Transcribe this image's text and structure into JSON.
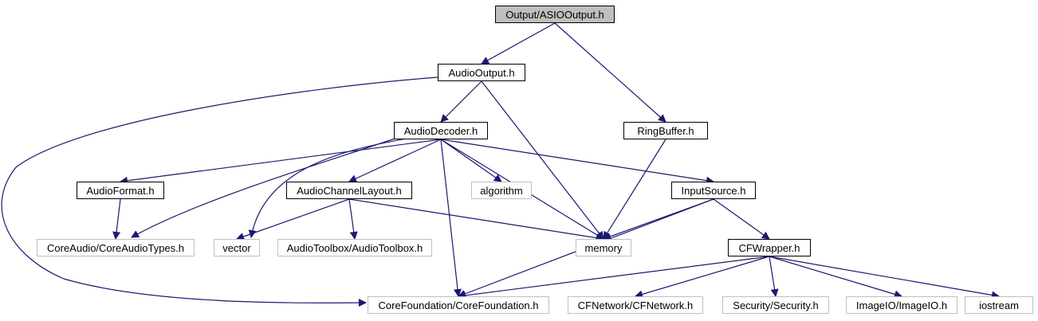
{
  "graph": {
    "nodes": [
      {
        "id": "asiooutput",
        "label": "Output/ASIOOutput.h",
        "kind": "focus"
      },
      {
        "id": "audiooutput",
        "label": "AudioOutput.h",
        "kind": "doc"
      },
      {
        "id": "ringbuffer",
        "label": "RingBuffer.h",
        "kind": "doc"
      },
      {
        "id": "audiodecoder",
        "label": "AudioDecoder.h",
        "kind": "doc"
      },
      {
        "id": "audioformat",
        "label": "AudioFormat.h",
        "kind": "doc"
      },
      {
        "id": "audiochannellayout",
        "label": "AudioChannelLayout.h",
        "kind": "doc"
      },
      {
        "id": "algorithm",
        "label": "algorithm",
        "kind": "ext"
      },
      {
        "id": "inputsource",
        "label": "InputSource.h",
        "kind": "doc"
      },
      {
        "id": "coreaudiotypes",
        "label": "CoreAudio/CoreAudioTypes.h",
        "kind": "ext"
      },
      {
        "id": "vector",
        "label": "vector",
        "kind": "ext"
      },
      {
        "id": "audiotoolbox",
        "label": "AudioToolbox/AudioToolbox.h",
        "kind": "ext"
      },
      {
        "id": "memory",
        "label": "memory",
        "kind": "ext"
      },
      {
        "id": "cfwrapper",
        "label": "CFWrapper.h",
        "kind": "doc"
      },
      {
        "id": "corefoundation",
        "label": "CoreFoundation/CoreFoundation.h",
        "kind": "ext"
      },
      {
        "id": "cfnetwork",
        "label": "CFNetwork/CFNetwork.h",
        "kind": "ext"
      },
      {
        "id": "security",
        "label": "Security/Security.h",
        "kind": "ext"
      },
      {
        "id": "imageio",
        "label": "ImageIO/ImageIO.h",
        "kind": "ext"
      },
      {
        "id": "iostream",
        "label": "iostream",
        "kind": "ext"
      }
    ],
    "edges": [
      {
        "from": "asiooutput",
        "to": "audiooutput"
      },
      {
        "from": "asiooutput",
        "to": "ringbuffer"
      },
      {
        "from": "audiooutput",
        "to": "audiodecoder"
      },
      {
        "from": "audiooutput",
        "to": "memory"
      },
      {
        "from": "audiooutput",
        "to": "corefoundation"
      },
      {
        "from": "ringbuffer",
        "to": "memory"
      },
      {
        "from": "audiodecoder",
        "to": "audioformat"
      },
      {
        "from": "audiodecoder",
        "to": "coreaudiotypes"
      },
      {
        "from": "audiodecoder",
        "to": "vector"
      },
      {
        "from": "audiodecoder",
        "to": "audiochannellayout"
      },
      {
        "from": "audiodecoder",
        "to": "corefoundation"
      },
      {
        "from": "audiodecoder",
        "to": "algorithm"
      },
      {
        "from": "audiodecoder",
        "to": "memory"
      },
      {
        "from": "audiodecoder",
        "to": "inputsource"
      },
      {
        "from": "audioformat",
        "to": "coreaudiotypes"
      },
      {
        "from": "audiochannellayout",
        "to": "vector"
      },
      {
        "from": "audiochannellayout",
        "to": "audiotoolbox"
      },
      {
        "from": "audiochannellayout",
        "to": "memory"
      },
      {
        "from": "inputsource",
        "to": "memory"
      },
      {
        "from": "inputsource",
        "to": "corefoundation"
      },
      {
        "from": "inputsource",
        "to": "cfwrapper"
      },
      {
        "from": "cfwrapper",
        "to": "corefoundation"
      },
      {
        "from": "cfwrapper",
        "to": "cfnetwork"
      },
      {
        "from": "cfwrapper",
        "to": "security"
      },
      {
        "from": "cfwrapper",
        "to": "imageio"
      },
      {
        "from": "cfwrapper",
        "to": "iostream"
      }
    ]
  },
  "colors": {
    "edge": "#191970",
    "focus_fill": "#bfbfbf",
    "doc_border": "#000000",
    "ext_border": "#bfbfbf"
  }
}
